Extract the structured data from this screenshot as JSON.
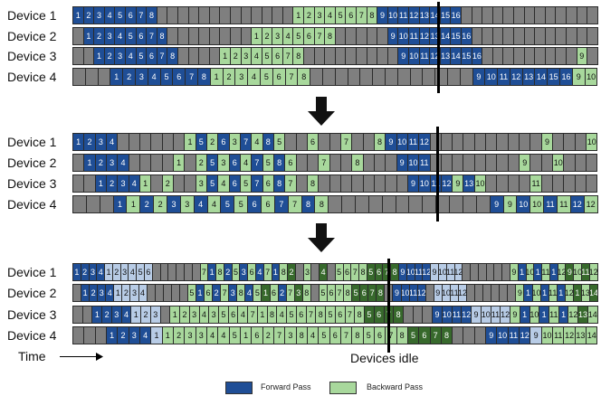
{
  "devices": [
    "Device 1",
    "Device 2",
    "Device 3",
    "Device 4"
  ],
  "colors": {
    "forward": "#1f4e96",
    "backward": "#a8d89c",
    "idle": "#7f7f7f",
    "backward_dark": "#37692c",
    "forward_light": "#b8cce6"
  },
  "panels": [
    {
      "rows": [
        [
          "F1",
          "F2",
          "F3",
          "F4",
          "F5",
          "F6",
          "F7",
          "F8",
          "I",
          "I",
          "I",
          "I",
          "I",
          "I",
          "I",
          "I",
          "I",
          "I",
          "I",
          "I",
          "I",
          "B1",
          "B2",
          "B3",
          "B4",
          "B5",
          "B6",
          "B7",
          "B8",
          "F9",
          "F10",
          "F11",
          "F12",
          "F13",
          "F14",
          "F15",
          "F16",
          "I",
          "I",
          "I",
          "I",
          "I",
          "I",
          "I",
          "I",
          "I",
          "I",
          "I",
          "I",
          "I"
        ],
        [
          "I",
          "F1",
          "F2",
          "F3",
          "F4",
          "F5",
          "F6",
          "F7",
          "F8",
          "I",
          "I",
          "I",
          "I",
          "I",
          "I",
          "I",
          "I",
          "B1",
          "B2",
          "B3",
          "B4",
          "B5",
          "B6",
          "B7",
          "B8",
          "I",
          "I",
          "I",
          "I",
          "I",
          "F9",
          "F10",
          "F11",
          "F12",
          "F13",
          "F14",
          "F15",
          "F16",
          "I",
          "I",
          "I",
          "I",
          "I",
          "I",
          "I",
          "I",
          "I",
          "I",
          "I",
          "I"
        ],
        [
          "I",
          "I",
          "F1",
          "F2",
          "F3",
          "F4",
          "F5",
          "F6",
          "F7",
          "F8",
          "I",
          "I",
          "I",
          "I",
          "B1",
          "B2",
          "B3",
          "B4",
          "B5",
          "B6",
          "B7",
          "B8",
          "I",
          "I",
          "I",
          "I",
          "I",
          "I",
          "I",
          "I",
          "I",
          "F9",
          "F10",
          "F11",
          "F12",
          "F13",
          "F14",
          "F15",
          "F16",
          "I",
          "I",
          "I",
          "I",
          "I",
          "I",
          "I",
          "I",
          "I",
          "B9",
          "I"
        ],
        [
          "I",
          "I",
          "I",
          "F1",
          "F2",
          "F3",
          "F4",
          "F5",
          "F6",
          "F7",
          "F8",
          "B1",
          "B2",
          "B3",
          "B4",
          "B5",
          "B6",
          "B7",
          "B8",
          "I",
          "I",
          "I",
          "I",
          "I",
          "I",
          "I",
          "I",
          "I",
          "I",
          "I",
          "I",
          "I",
          "F9",
          "F10",
          "F11",
          "F12",
          "F13",
          "F14",
          "F15",
          "F16",
          "B9",
          "B10"
        ]
      ]
    },
    {
      "rows": [
        [
          "F1",
          "F2",
          "F3",
          "F4",
          "I",
          "I",
          "I",
          "I",
          "I",
          "I",
          "B1",
          "F5",
          "B2",
          "F6",
          "B3",
          "F7",
          "B4",
          "F8",
          "B5",
          "I",
          "I",
          "B6",
          "I",
          "I",
          "B7",
          "I",
          "I",
          "B8",
          "F9",
          "F10",
          "F11",
          "F12",
          "I",
          "I",
          "I",
          "I",
          "I",
          "I",
          "I",
          "I",
          "I",
          "I",
          "B9",
          "I",
          "I",
          "I",
          "B10"
        ],
        [
          "I",
          "F1",
          "F2",
          "F3",
          "F4",
          "I",
          "I",
          "I",
          "I",
          "B1",
          "I",
          "B2",
          "F5",
          "B3",
          "F6",
          "B4",
          "F7",
          "B5",
          "F8",
          "B6",
          "I",
          "I",
          "B7",
          "I",
          "I",
          "B8",
          "I",
          "I",
          "I",
          "F9",
          "F10",
          "F11",
          "I",
          "I",
          "I",
          "I",
          "I",
          "I",
          "I",
          "I",
          "B9",
          "I",
          "I",
          "B10",
          "I",
          "I",
          "I"
        ],
        [
          "I",
          "I",
          "F1",
          "F2",
          "F3",
          "F4",
          "B1",
          "I",
          "B2",
          "I",
          "I",
          "B3",
          "F5",
          "B4",
          "F6",
          "B5",
          "F7",
          "B6",
          "F8",
          "B7",
          "I",
          "B8",
          "I",
          "I",
          "I",
          "I",
          "I",
          "I",
          "I",
          "I",
          "F9",
          "F10",
          "F11",
          "F12",
          "B9",
          "F13",
          "B10",
          "I",
          "I",
          "I",
          "I",
          "B11",
          "I",
          "I",
          "I",
          "I",
          "I"
        ],
        [
          "I",
          "I",
          "I",
          "F1",
          "B1",
          "F2",
          "B2",
          "F3",
          "B3",
          "F4",
          "B4",
          "F5",
          "B5",
          "F6",
          "B6",
          "F7",
          "B7",
          "F8",
          "B8",
          "I",
          "I",
          "I",
          "I",
          "I",
          "I",
          "I",
          "I",
          "I",
          "I",
          "I",
          "I",
          "F9",
          "B9",
          "F10",
          "B10",
          "F11",
          "B11",
          "F12",
          "B12"
        ]
      ]
    },
    {
      "rows": [
        [
          "F1",
          "F2",
          "F3",
          "F4",
          "L1",
          "L2",
          "L3",
          "L4",
          "L5",
          "L6",
          "I",
          "I",
          "I",
          "I",
          "I",
          "I",
          "B7",
          "F1",
          "B8",
          "F2",
          "B5",
          "F3",
          "B6",
          "F4",
          "B7",
          "F1",
          "B8",
          "D2",
          "I",
          "B3",
          "I",
          "D4",
          "I",
          "B5",
          "B6",
          "B7",
          "B8",
          "D5",
          "D6",
          "D7",
          "D8",
          "F9",
          "F10",
          "F11",
          "F12",
          "L9",
          "L10",
          "L11",
          "L12",
          "I",
          "I",
          "I",
          "I",
          "I",
          "I",
          "B9",
          "F1",
          "B10",
          "F1",
          "B11",
          "F1",
          "B12",
          "D9",
          "B10",
          "D11",
          "B12"
        ],
        [
          "I",
          "F1",
          "F2",
          "F3",
          "F4",
          "L1",
          "L2",
          "L3",
          "L4",
          "I",
          "I",
          "I",
          "I",
          "I",
          "B5",
          "F1",
          "B6",
          "F2",
          "B7",
          "F3",
          "B8",
          "F4",
          "B5",
          "D1",
          "B6",
          "F2",
          "B7",
          "D3",
          "B8",
          "I",
          "B5",
          "B6",
          "B7",
          "B8",
          "D5",
          "D6",
          "D7",
          "D8",
          "I",
          "F9",
          "F10",
          "F11",
          "F12",
          "I",
          "L9",
          "L10",
          "L11",
          "L12",
          "I",
          "I",
          "I",
          "I",
          "I",
          "I",
          "B9",
          "F1",
          "B10",
          "F1",
          "B11",
          "F1",
          "B12",
          "D1",
          "B13",
          "D14"
        ],
        [
          "I",
          "I",
          "F1",
          "F2",
          "F3",
          "F4",
          "L1",
          "L2",
          "L3",
          "I",
          "B1",
          "B2",
          "B3",
          "B4",
          "B3",
          "B5",
          "B6",
          "B4",
          "B7",
          "B1",
          "B8",
          "B4",
          "B5",
          "B6",
          "B7",
          "B8",
          "B5",
          "B6",
          "B7",
          "B8",
          "D5",
          "D6",
          "D7",
          "D8",
          "I",
          "I",
          "I",
          "F9",
          "F10",
          "F11",
          "F12",
          "L9",
          "L10",
          "L11",
          "L12",
          "B9",
          "F1",
          "B10",
          "F1",
          "B11",
          "F1",
          "B12",
          "D13",
          "B14"
        ],
        [
          "I",
          "I",
          "I",
          "F1",
          "F2",
          "F3",
          "F4",
          "L1",
          "B1",
          "B2",
          "B3",
          "B3",
          "B4",
          "B4",
          "B5",
          "B1",
          "B6",
          "B2",
          "B7",
          "B3",
          "B8",
          "B4",
          "B5",
          "B6",
          "B7",
          "B8",
          "B5",
          "B6",
          "B7",
          "B8",
          "D5",
          "D6",
          "D7",
          "D8",
          "I",
          "I",
          "I",
          "F9",
          "F10",
          "F11",
          "F12",
          "L9",
          "B10",
          "B11",
          "B12",
          "B13",
          "B14"
        ]
      ]
    }
  ],
  "time_label": "Time",
  "idle_label": "Devices idle",
  "legend": {
    "forward": "Forward Pass",
    "backward": "Backward Pass"
  }
}
